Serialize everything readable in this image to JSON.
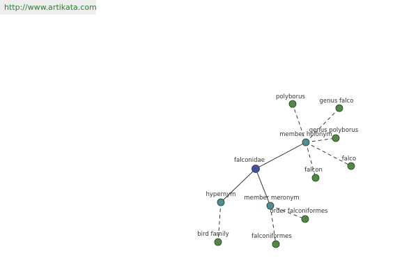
{
  "source_url": "http://www.artikata.com",
  "colors": {
    "center": "#4a4ea0",
    "relation": "#4f8d96",
    "leaf": "#4f8a40",
    "url_text": "#2e7d32",
    "edge": "#222222"
  },
  "nodes": [
    {
      "id": "falconidae",
      "label": "falconidae",
      "kind": "center"
    },
    {
      "id": "member_holonym",
      "label": "member holonym",
      "kind": "relation"
    },
    {
      "id": "hypernym",
      "label": "hypernym",
      "kind": "relation"
    },
    {
      "id": "member_meronym",
      "label": "member meronym",
      "kind": "relation"
    },
    {
      "id": "polyborus",
      "label": "polyborus",
      "kind": "leaf"
    },
    {
      "id": "genus_falco",
      "label": "genus falco",
      "kind": "leaf"
    },
    {
      "id": "genus_polyborus",
      "label": "genus polyborus",
      "kind": "leaf"
    },
    {
      "id": "falco",
      "label": "falco",
      "kind": "leaf"
    },
    {
      "id": "falcon",
      "label": "falcon",
      "kind": "leaf"
    },
    {
      "id": "bird_family",
      "label": "bird family",
      "kind": "leaf"
    },
    {
      "id": "order_falconiformes",
      "label": "order falconiformes",
      "kind": "leaf"
    },
    {
      "id": "falconiformes",
      "label": "falconiformes",
      "kind": "leaf"
    }
  ],
  "edges": [
    {
      "from": "falconidae",
      "to": "member_holonym",
      "style": "solid"
    },
    {
      "from": "falconidae",
      "to": "hypernym",
      "style": "solid"
    },
    {
      "from": "falconidae",
      "to": "member_meronym",
      "style": "solid"
    },
    {
      "from": "member_holonym",
      "to": "polyborus",
      "style": "dashed"
    },
    {
      "from": "member_holonym",
      "to": "genus_falco",
      "style": "dashed"
    },
    {
      "from": "member_holonym",
      "to": "genus_polyborus",
      "style": "dashed"
    },
    {
      "from": "member_holonym",
      "to": "falco",
      "style": "dashed"
    },
    {
      "from": "member_holonym",
      "to": "falcon",
      "style": "dashed"
    },
    {
      "from": "hypernym",
      "to": "bird_family",
      "style": "dashed"
    },
    {
      "from": "member_meronym",
      "to": "order_falconiformes",
      "style": "dashed"
    },
    {
      "from": "member_meronym",
      "to": "falconiformes",
      "style": "dashed"
    }
  ]
}
